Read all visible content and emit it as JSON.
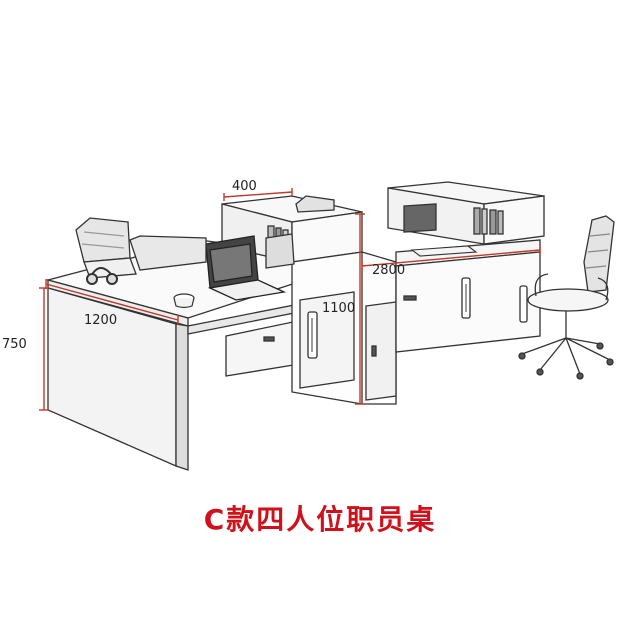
{
  "dimensions": {
    "depth_top": "400",
    "length_total": "2800",
    "width_desk": "1200",
    "partition_height": "1100",
    "desk_height": "750"
  },
  "caption": "C款四人位职员桌",
  "colors": {
    "dimension_line": "#c0392b",
    "caption": "#d0101a",
    "sketch": "#333333"
  }
}
